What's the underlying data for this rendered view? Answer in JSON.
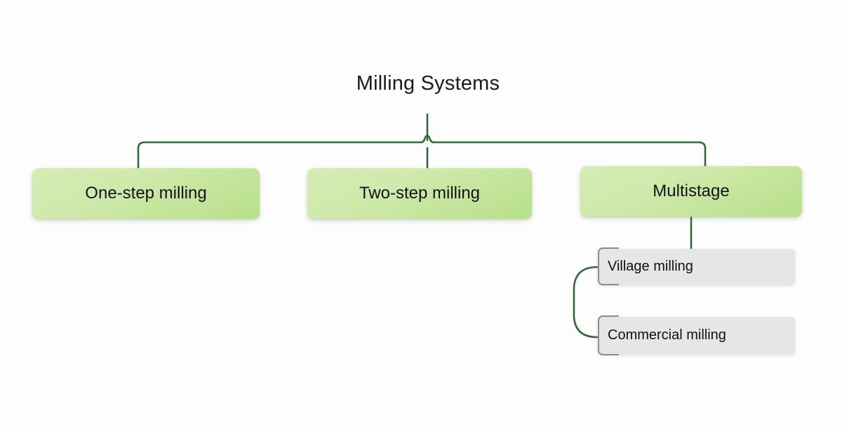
{
  "diagram": {
    "type": "tree",
    "title": "Milling Systems",
    "background_color": "#fdfdfd",
    "edge_color": "#2f6b36",
    "nodes": {
      "root": {
        "label": "Milling Systems",
        "style": "plain-text",
        "text_color": "#1b1b1b"
      },
      "level1": [
        {
          "id": "one-step",
          "label": "One-step milling",
          "fill_from": "#d5ecb4",
          "fill_to": "#b7e089",
          "text_color": "#141414"
        },
        {
          "id": "two-step",
          "label": "Two-step milling",
          "fill_from": "#d5ecb4",
          "fill_to": "#b7e089",
          "text_color": "#141414"
        },
        {
          "id": "multistage",
          "label": "Multistage",
          "fill_from": "#d5ecb4",
          "fill_to": "#b7e089",
          "text_color": "#141414"
        }
      ],
      "level2": [
        {
          "id": "village",
          "label": "Village milling",
          "parent": "multistage",
          "fill": "#e6e6e6",
          "border_color": "#8c8c8c",
          "text_color": "#101010"
        },
        {
          "id": "commercial",
          "label": "Commercial milling",
          "parent": "multistage",
          "fill": "#e6e6e6",
          "border_color": "#8c8c8c",
          "text_color": "#101010"
        }
      ]
    }
  }
}
